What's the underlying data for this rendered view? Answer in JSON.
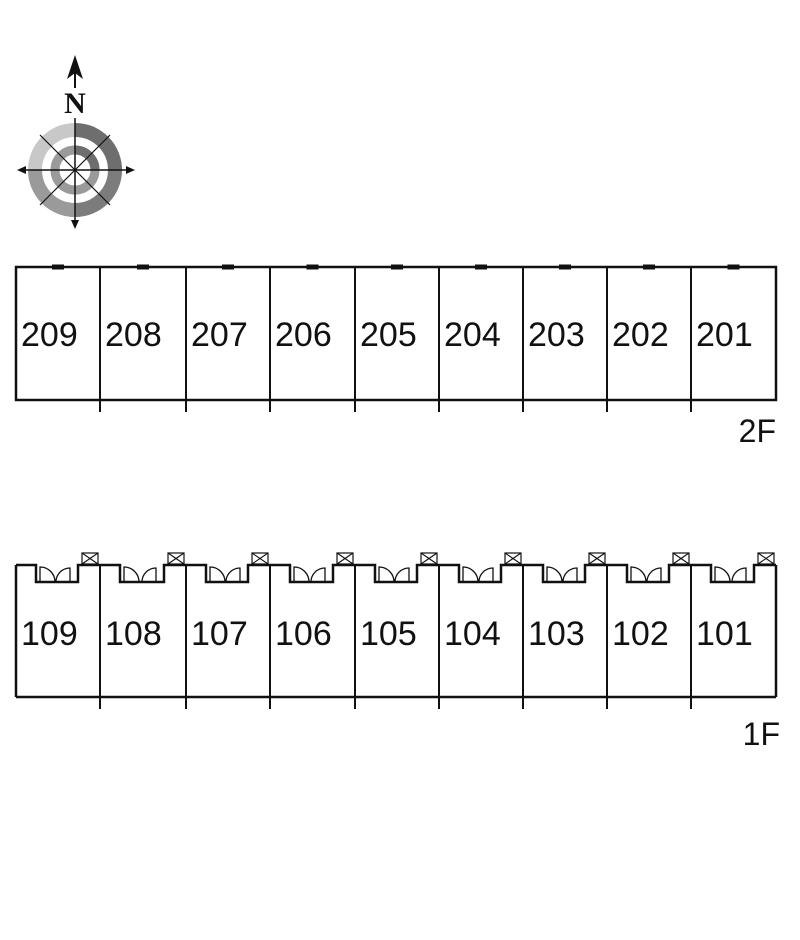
{
  "compass": {
    "label": "N",
    "icon": "compass-rose-icon"
  },
  "floors": [
    {
      "label": "2F",
      "units": [
        "209",
        "208",
        "207",
        "206",
        "205",
        "204",
        "203",
        "202",
        "201"
      ],
      "entrances_shown": false
    },
    {
      "label": "1F",
      "units": [
        "109",
        "108",
        "107",
        "106",
        "105",
        "104",
        "103",
        "102",
        "101"
      ],
      "entrances_shown": true
    }
  ],
  "colors": {
    "line": "#111111",
    "compass_light": "#c8c8c8",
    "compass_mid": "#9a9a9a",
    "compass_dark": "#6e6e6e",
    "background": "#ffffff"
  }
}
